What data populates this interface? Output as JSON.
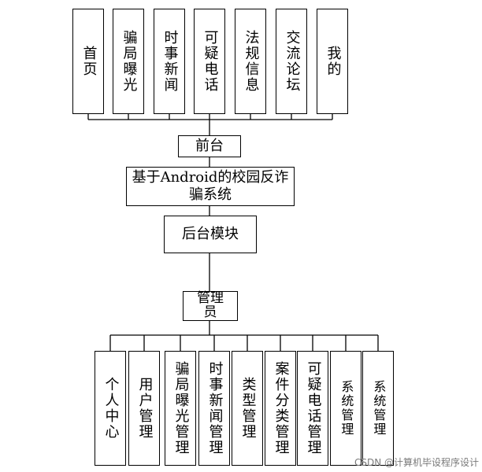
{
  "top_modules": [
    "首页",
    "骗局曝光",
    "时事新闻",
    "可疑电话",
    "法规信息",
    "交流论坛",
    "我的"
  ],
  "frontend": "前台",
  "system": "基于Android的校园反诈骗系统",
  "backend": "后台模块",
  "admin": "管理员",
  "admin_modules": [
    "个人中心",
    "用户管理",
    "骗局曝光管理",
    "时事新闻管理",
    "类型管理",
    "案件分类管理",
    "可疑电话管理",
    "系统管理",
    "系统管理"
  ],
  "watermark": "CSDN @计算机毕设程序设计"
}
